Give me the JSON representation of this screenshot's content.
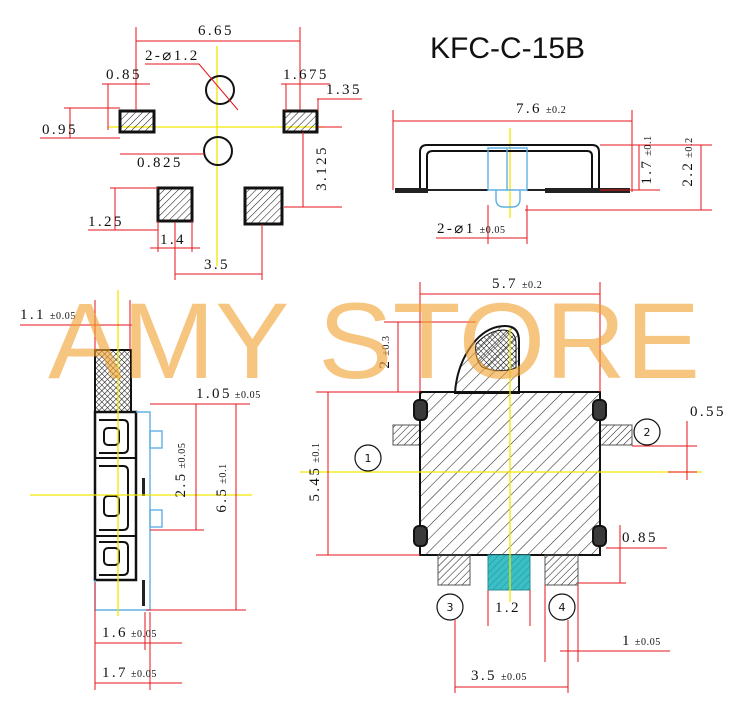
{
  "title": "KFC-C-15B",
  "watermark": "AMY STORE",
  "colors": {
    "dimension": "#e5161b",
    "centerline": "#f2e600",
    "transparent_part": "#5fb0e3",
    "terminal_pad": "#39bfc6",
    "watermark": "#f1a232"
  },
  "footprint": {
    "overall_width": "6.65",
    "holes": "2-⌀1.2",
    "upper_left": "0.85",
    "pad_margin": "0.95",
    "upper_right_offset": "1.675",
    "upper_right_pad": "1.35",
    "hole_offset": "0.825",
    "row_spacing": "3.125",
    "lower_pad_height": "1.25",
    "lower_pad_width": "1.4",
    "lower_pad_pitch": "3.5"
  },
  "side_view": {
    "length": {
      "value": "7.6",
      "tol": "±0.2"
    },
    "body_height": {
      "value": "1.7",
      "tol": "±0.1"
    },
    "total_height": {
      "value": "2.2",
      "tol": "±0.2"
    },
    "pins": {
      "value": "2-⌀1",
      "tol": "±0.05"
    }
  },
  "end_view": {
    "actuator_width": {
      "value": "1.1",
      "tol": "±0.05"
    },
    "terminal_offset": {
      "value": "1.05",
      "tol": "±0.05"
    },
    "terminal_pitch": {
      "value": "2.5",
      "tol": "±0.05"
    },
    "body_length": {
      "value": "6.5",
      "tol": "±0.1"
    },
    "width_body": {
      "value": "1.6",
      "tol": "±0.05"
    },
    "width_total": {
      "value": "1.7",
      "tol": "±0.05"
    }
  },
  "top_view": {
    "width": {
      "value": "5.7",
      "tol": "±0.2"
    },
    "actuator_protrusion": {
      "value": "2",
      "tol": "±0.3"
    },
    "height": {
      "value": "5.45",
      "tol": "±0.1"
    },
    "side_tab": "0.55",
    "clip_offset": "0.85",
    "center_pad": "1.2",
    "pad_width": {
      "value": "1",
      "tol": "±0.05"
    },
    "pad_pitch": {
      "value": "3.5",
      "tol": "±0.05"
    },
    "terminals": [
      "1",
      "2",
      "3",
      "4"
    ]
  }
}
